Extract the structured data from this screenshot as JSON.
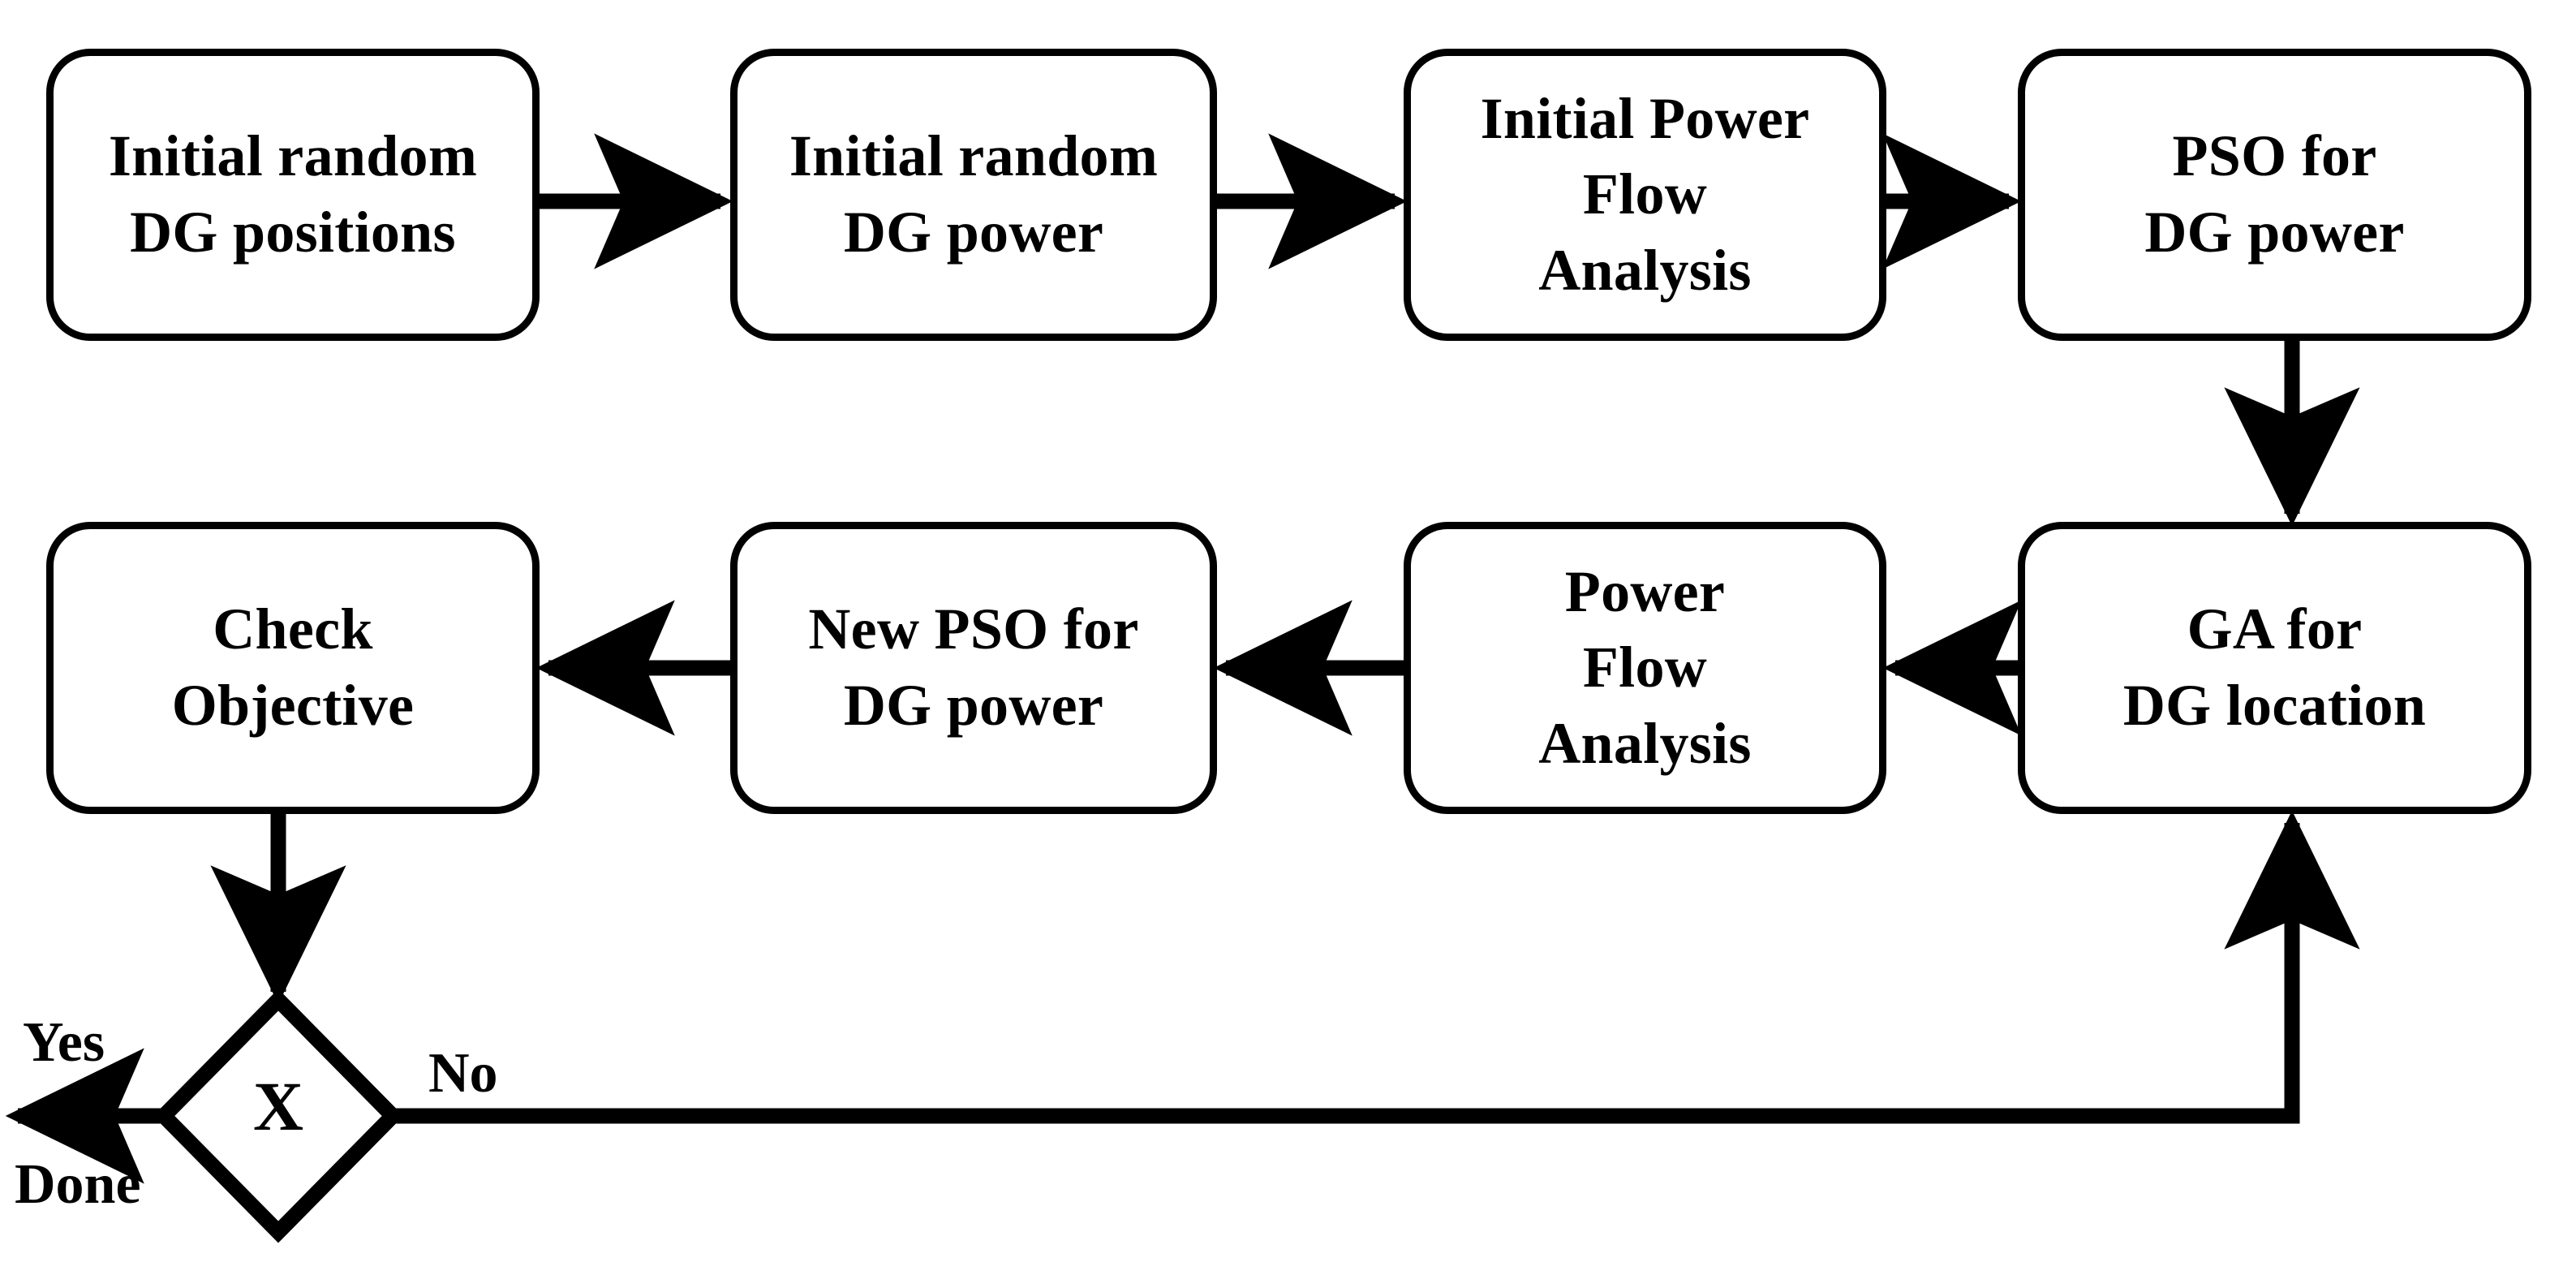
{
  "diagram": {
    "type": "flowchart",
    "title": "DG placement and sizing optimization flowchart",
    "background_color": "#ffffff",
    "stroke_color": "#000000",
    "nodes": [
      {
        "id": "initial-random-dg-positions",
        "shape": "rounded-rectangle",
        "label": "Initial random\nDG positions",
        "row": 1,
        "column": 1
      },
      {
        "id": "initial-random-dg-power",
        "shape": "rounded-rectangle",
        "label": "Initial random\nDG power",
        "row": 1,
        "column": 2
      },
      {
        "id": "initial-power-flow-analysis",
        "shape": "rounded-rectangle",
        "label": "Initial Power\nFlow\nAnalysis",
        "row": 1,
        "column": 3
      },
      {
        "id": "pso-for-dg-power",
        "shape": "rounded-rectangle",
        "label": "PSO for\nDG power",
        "row": 1,
        "column": 4
      },
      {
        "id": "check-objective",
        "shape": "rounded-rectangle",
        "label": "Check\nObjective",
        "row": 2,
        "column": 1
      },
      {
        "id": "new-pso-for-dg-power",
        "shape": "rounded-rectangle",
        "label": "New PSO for\nDG power",
        "row": 2,
        "column": 2
      },
      {
        "id": "power-flow-analysis",
        "shape": "rounded-rectangle",
        "label": "Power\nFlow\nAnalysis",
        "row": 2,
        "column": 3
      },
      {
        "id": "ga-for-dg-location",
        "shape": "rounded-rectangle",
        "label": "GA for\nDG location",
        "row": 2,
        "column": 4
      },
      {
        "id": "decision",
        "shape": "diamond",
        "label": "X",
        "row": 3,
        "column": 1
      }
    ],
    "edges": [
      {
        "from": "initial-random-dg-positions",
        "to": "initial-random-dg-power",
        "direction": "right",
        "label": ""
      },
      {
        "from": "initial-random-dg-power",
        "to": "initial-power-flow-analysis",
        "direction": "right",
        "label": ""
      },
      {
        "from": "initial-power-flow-analysis",
        "to": "pso-for-dg-power",
        "direction": "right",
        "label": ""
      },
      {
        "from": "pso-for-dg-power",
        "to": "ga-for-dg-location",
        "direction": "down",
        "label": ""
      },
      {
        "from": "ga-for-dg-location",
        "to": "power-flow-analysis",
        "direction": "left",
        "label": ""
      },
      {
        "from": "power-flow-analysis",
        "to": "new-pso-for-dg-power",
        "direction": "left",
        "label": ""
      },
      {
        "from": "new-pso-for-dg-power",
        "to": "check-objective",
        "direction": "left",
        "label": ""
      },
      {
        "from": "check-objective",
        "to": "decision",
        "direction": "down",
        "label": ""
      },
      {
        "from": "decision",
        "to": "exit",
        "direction": "left",
        "label": "Yes"
      },
      {
        "from": "decision",
        "to": "ga-for-dg-location",
        "direction": "right-up",
        "label": "No"
      }
    ],
    "labels": {
      "yes": "Yes",
      "done": "Done",
      "no": "No",
      "decision_mark": "X"
    }
  }
}
